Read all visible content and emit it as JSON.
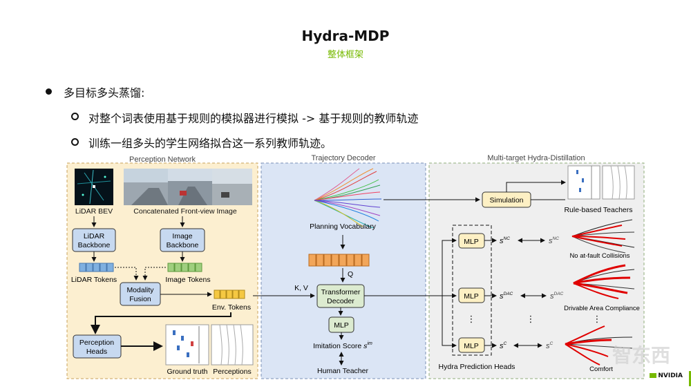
{
  "title": "Hydra-MDP",
  "subtitle": "整体框架",
  "bullets": {
    "main": "多目标多头蒸馏:",
    "sub1": "对整个词表使用基于规则的模拟器进行模拟 -> 基于规则的教师轨迹",
    "sub2": "训练一组多头的学生网络拟合这一系列教师轨迹。"
  },
  "diagram": {
    "panel_perception": "Perception Network",
    "panel_decoder": "Trajectory Decoder",
    "panel_distill": "Multi-target Hydra-Distillation",
    "lidar_bev": "LiDAR BEV",
    "front_view": "Concatenated Front-view Image",
    "lidar_backbone_1": "LiDAR",
    "lidar_backbone_2": "Backbone",
    "image_backbone_1": "Image",
    "image_backbone_2": "Backbone",
    "lidar_tokens": "LiDAR Tokens",
    "image_tokens": "Image Tokens",
    "modality_fusion_1": "Modality",
    "modality_fusion_2": "Fusion",
    "env_tokens": "Env. Tokens",
    "perception_heads_1": "Perception",
    "perception_heads_2": "Heads",
    "ground_truth": "Ground truth",
    "perceptions": "Perceptions",
    "planning_vocab": "Planning Vocabulary",
    "q_label": "Q",
    "kv_label": "K, V",
    "transformer_1": "Transformer",
    "transformer_2": "Decoder",
    "mlp": "MLP",
    "imitation_score": "Imitation Score",
    "imitation_sup": "im",
    "human_teacher": "Human Teacher",
    "simulation": "Simulation",
    "rule_teachers": "Rule-based Teachers",
    "s_letter": "s",
    "nc_sup": "NC",
    "dac_sup": "DAC",
    "c_sup": "C",
    "no_collisions": "No at-fault Collisions",
    "drivable_area": "Drivable Area Compliance",
    "comfort": "Comfort",
    "hydra_heads": "Hydra Prediction Heads",
    "vdots": "⋮"
  },
  "watermark": "智东西",
  "logo": "NVIDIA",
  "colors": {
    "accent_green": "#76b900",
    "perception_bg": "#fcefd0",
    "decoder_bg": "#dbe5f5",
    "distill_bg": "#efefef",
    "box_blue": "#c7d9f0",
    "box_green": "#dcebd0",
    "box_yellow": "#fdf0c4",
    "token_blue": "#7fb0e0",
    "token_green": "#9fcf7f",
    "token_yellow": "#f5c842",
    "token_orange": "#f2a65a",
    "red": "#e00000"
  }
}
